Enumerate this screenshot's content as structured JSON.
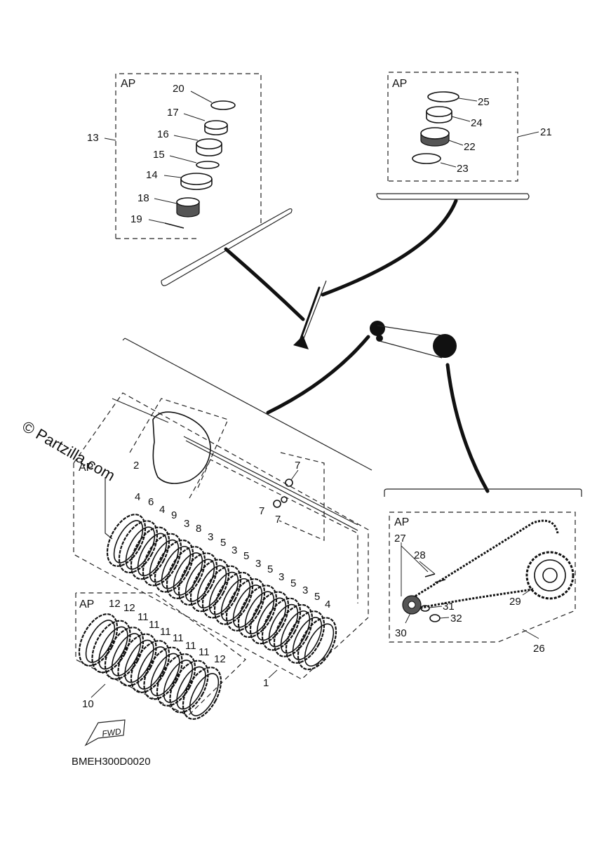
{
  "watermark": "© Partzilla.com",
  "diagram_code": "BMEH300D0020",
  "fwd_label": "FWD",
  "boxes": {
    "box_13": "AP",
    "box_21": "AP",
    "box_10": "AP",
    "box_1": "AP",
    "box_26": "AP"
  },
  "callouts": {
    "c1": "1",
    "c2": "2",
    "c3a": "3",
    "c3b": "3",
    "c3c": "3",
    "c3d": "3",
    "c3e": "3",
    "c3f": "3",
    "c4a": "4",
    "c4b": "4",
    "c4c": "4",
    "c5a": "5",
    "c5b": "5",
    "c5c": "5",
    "c5d": "5",
    "c5e": "5",
    "c6": "6",
    "c7a": "7",
    "c7b": "7",
    "c7c": "7",
    "c8": "8",
    "c9": "9",
    "c10": "10",
    "c11a": "11",
    "c11b": "11",
    "c11c": "11",
    "c11d": "11",
    "c11e": "11",
    "c11f": "11",
    "c12a": "12",
    "c12b": "12",
    "c12c": "12",
    "c13": "13",
    "c14": "14",
    "c15": "15",
    "c16": "16",
    "c17": "17",
    "c18": "18",
    "c19": "19",
    "c20": "20",
    "c21": "21",
    "c22": "22",
    "c23": "23",
    "c24": "24",
    "c25": "25",
    "c26": "26",
    "c27": "27",
    "c28": "28",
    "c29": "29",
    "c30": "30",
    "c31": "31",
    "c32": "32"
  }
}
